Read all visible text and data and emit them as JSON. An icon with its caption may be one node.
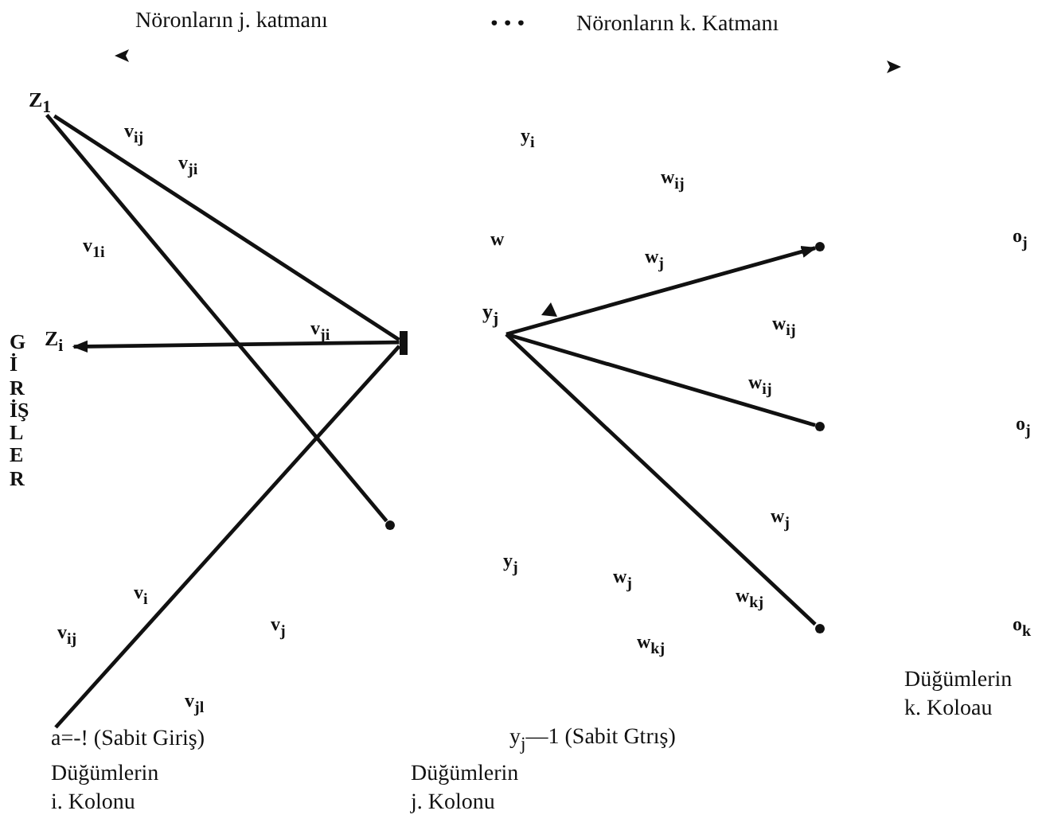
{
  "diagram": {
    "nodes": [
      {
        "text": [
          "Z$_{1}$"
        ]
      },
      {
        "text": [
          "Z$_{i}$"
        ]
      },
      {
        "text": [
          "a=-! (Sabit Giriş)"
        ]
      },
      {
        "text": [],
        "shape": "bar"
      },
      {
        "text": [],
        "shape": "circle"
      },
      {
        "text": [
          "y$_{j}$"
        ]
      },
      {
        "text": [],
        "shape": "circle"
      },
      {
        "text": [],
        "shape": "circle"
      },
      {
        "text": [],
        "shape": "circle"
      }
    ],
    "edges": [
      {
        "from": 3,
        "to": 1,
        "arrow": "to"
      },
      {
        "from": 0,
        "to": 3,
        "arrow": "none"
      },
      {
        "from": 0,
        "to": 4,
        "arrow": "none"
      },
      {
        "from": 2,
        "to": 3,
        "arrow": "none"
      },
      {
        "from": 5,
        "to": 6,
        "arrow": "to"
      },
      {
        "from": 5,
        "to": 7,
        "arrow": "none"
      },
      {
        "from": 5,
        "to": 8,
        "arrow": "none"
      }
    ],
    "labels": [
      "Nöronların j. katmanı",
      "• • •",
      "Nöronların k. Katmanı",
      "v$_{ij}$",
      "v$_{ji}$",
      "y$_{i}$",
      "w$_{ij}$",
      "v$_{1i}$",
      "w",
      "w$_{j}$",
      "v$_{ji}$",
      "w$_{ij}$",
      "o$_{j}$",
      "GİRİŞLER",
      "w$_{ij}$",
      "o$_{j}$",
      "w$_{j}$",
      "y$_{j}$",
      "w$_{j}$",
      "v$_{j}$",
      "v$_{ij}$",
      "v$_{i}$",
      "w$_{kj}$",
      "o$_{k}$",
      "w$_{kj}$",
      "v$_{jl}$",
      "Düğümlerin k. Koloau",
      "y$_{j}$—1 (Sabit Gtrış)",
      "Düğümlerin i. Kolonu",
      "Düğümlerin j. Kolonu"
    ]
  }
}
